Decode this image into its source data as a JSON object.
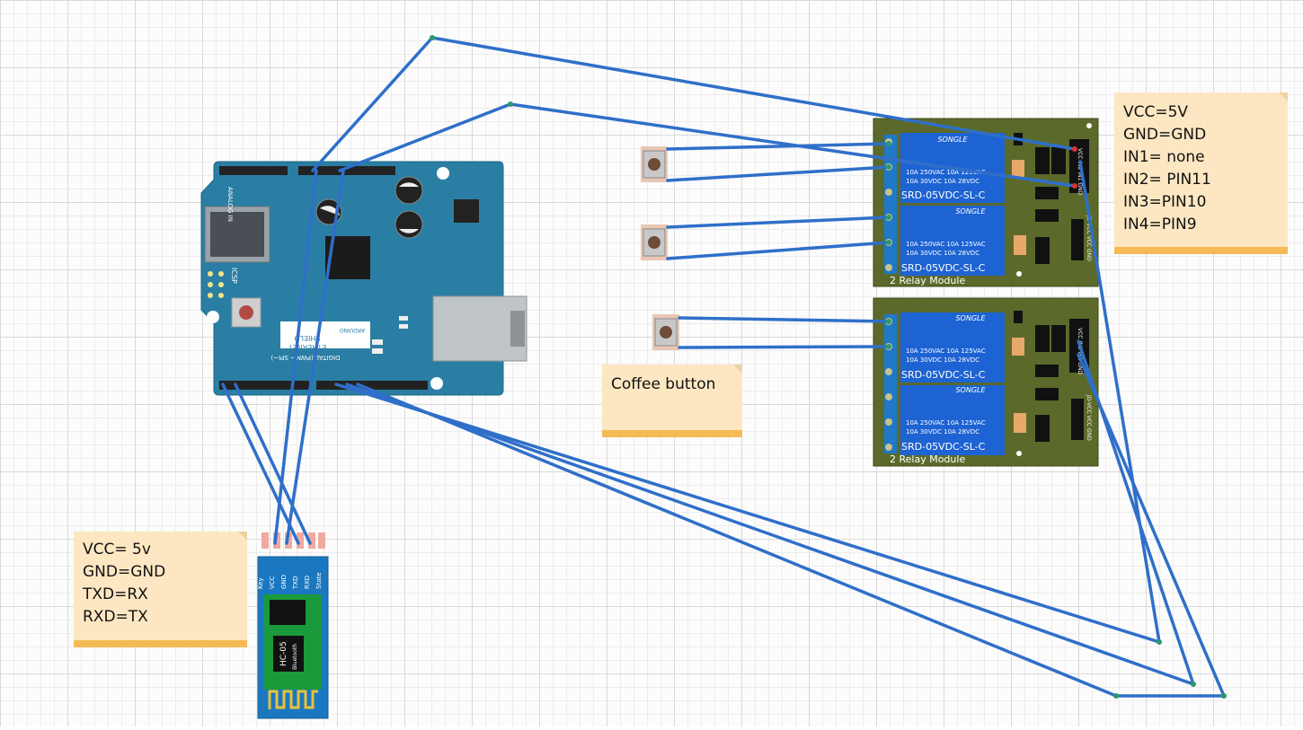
{
  "diagram": {
    "arduino": {
      "shield_label_1": "ETHERNET",
      "shield_label_2": "SHIELD",
      "brand": "ARDUINO",
      "icsp": "ICSP",
      "digital_label": "DIGITAL (PWM~ SPI~)",
      "analog_label": "ANALOG IN"
    },
    "relay_modules": [
      {
        "title": "2 Relay Module",
        "relay_brand": "SONGLE",
        "relay_model": "SRD-05VDC-SL-C",
        "relay_spec_1": "10A 250VAC 10A 125VAC",
        "relay_spec_2": "10A 30VDC 10A 28VDC",
        "pins": "VCC IN2 IN1 GND",
        "jumper": "JD-VCC VCC GND"
      },
      {
        "title": "2 Relay Module",
        "relay_brand": "SONGLE",
        "relay_model": "SRD-05VDC-SL-C",
        "relay_spec_1": "10A 250VAC 10A 125VAC",
        "relay_spec_2": "10A 30VDC 10A 28VDC",
        "pins": "VCC IN2 IN1 GND",
        "jumper": "JD-VCC VCC GND"
      }
    ],
    "bluetooth": {
      "model": "HC-05",
      "sub": "Bluetooth",
      "pins": [
        "Key",
        "VCC",
        "GND",
        "TXD",
        "RXD",
        "State"
      ]
    }
  },
  "notes": {
    "relay_note": {
      "lines": [
        "VCC=5V",
        "GND=GND",
        "IN1= none",
        "IN2= PIN11",
        "IN3=PIN10",
        "IN4=PIN9"
      ]
    },
    "coffee_note": {
      "lines": [
        "Coffee button"
      ]
    },
    "bt_note": {
      "lines": [
        "VCC= 5v",
        "GND=GND",
        "TXD=RX",
        "RXD=TX"
      ]
    }
  },
  "colors": {
    "wire": "#2f6fc9",
    "pcb_blue": "#2a7ea3",
    "relay_board": "#5b6a2a",
    "relay_blue": "#1d63d3",
    "bt_blue": "#1b78c0",
    "note_fill": "#fde7c2",
    "note_edge": "#f5ba55"
  }
}
